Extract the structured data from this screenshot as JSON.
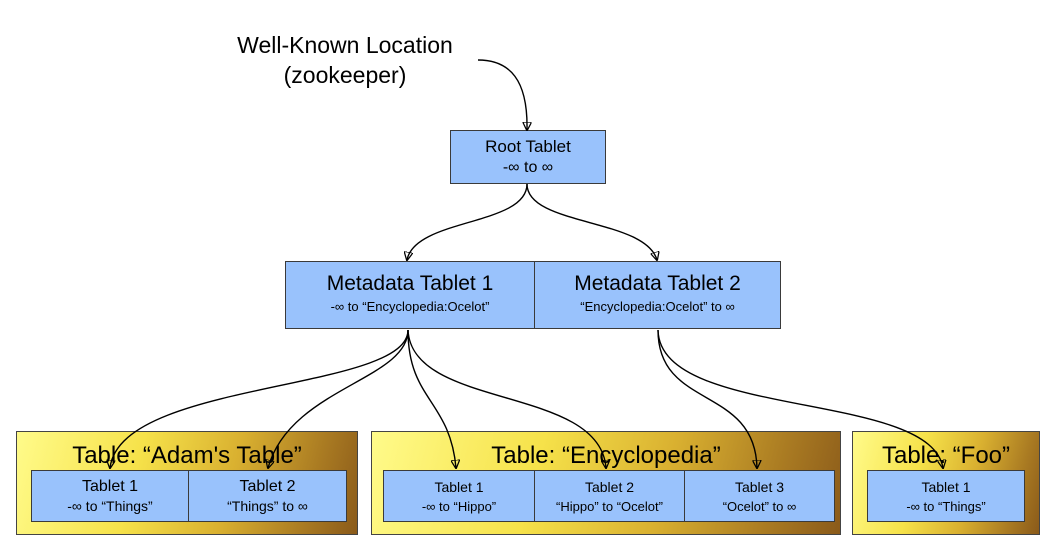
{
  "well_known": {
    "line1": "Well-Known Location",
    "line2": "(zookeeper)"
  },
  "root": {
    "title": "Root Tablet",
    "range": "-∞ to ∞"
  },
  "metadata": [
    {
      "title": "Metadata Tablet 1",
      "range": "-∞  to “Encyclopedia:Ocelot”"
    },
    {
      "title": "Metadata Tablet 2",
      "range": "“Encyclopedia:Ocelot”  to  ∞"
    }
  ],
  "tables": [
    {
      "title": "Table: “Adam's Table”",
      "tablets": [
        {
          "title": "Tablet 1",
          "range": "-∞  to “Things”"
        },
        {
          "title": "Tablet 2",
          "range": "“Things” to  ∞"
        }
      ]
    },
    {
      "title": "Table: “Encyclopedia”",
      "tablets": [
        {
          "title": "Tablet 1",
          "range": "-∞  to “Hippo”"
        },
        {
          "title": "Tablet 2",
          "range": "“Hippo” to “Ocelot”"
        },
        {
          "title": "Tablet 3",
          "range": "“Ocelot” to  ∞"
        }
      ]
    },
    {
      "title": "Table: “Foo”",
      "tablets": [
        {
          "title": "Tablet 1",
          "range": "-∞  to “Things”"
        }
      ]
    }
  ],
  "colors": {
    "tablet_fill": "#99c2fc",
    "table_fill_light": "#fffb8a",
    "table_fill_dark": "#8a5a1a",
    "edge": "#000000"
  }
}
